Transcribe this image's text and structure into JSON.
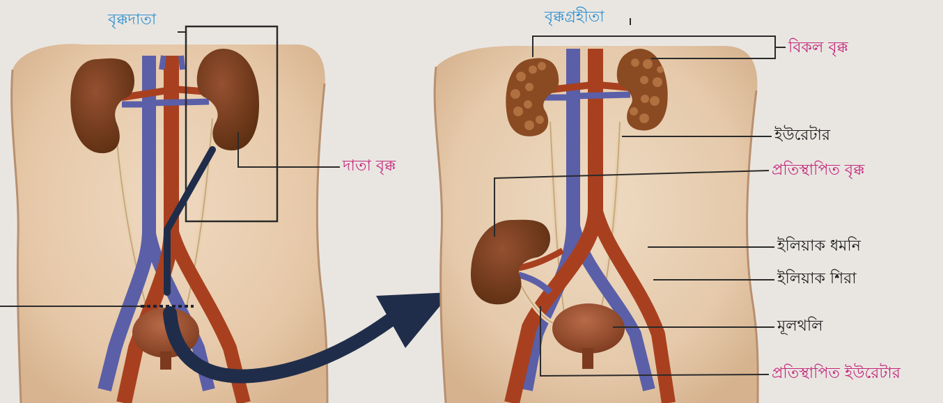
{
  "donor": {
    "title": "বৃক্কদাতা",
    "donor_kidney_label": "দাতা বৃক্ক"
  },
  "recipient": {
    "title": "বৃক্কগ্রহীতা",
    "labels": {
      "failed_kidney": "বিকল বৃক্ক",
      "ureter": "ইউরেটার",
      "transplanted_kidney": "প্রতিস্থাপিত বৃক্ক",
      "iliac_artery": "ইলিয়াক ধমনি",
      "iliac_vein": "ইলিয়াক শিরা",
      "bladder": "মূলথলি",
      "transplanted_ureter": "প্রতিস্থাপিত ইউরেটার"
    }
  },
  "colors": {
    "label_black": "#1d1d1d",
    "label_magenta": "#c4267a",
    "title_blue": "#2e8fce",
    "artery": "#a8401f",
    "vein": "#5a5fa8",
    "kidney": "#7a3f1c",
    "arrow": "#202d4a"
  }
}
